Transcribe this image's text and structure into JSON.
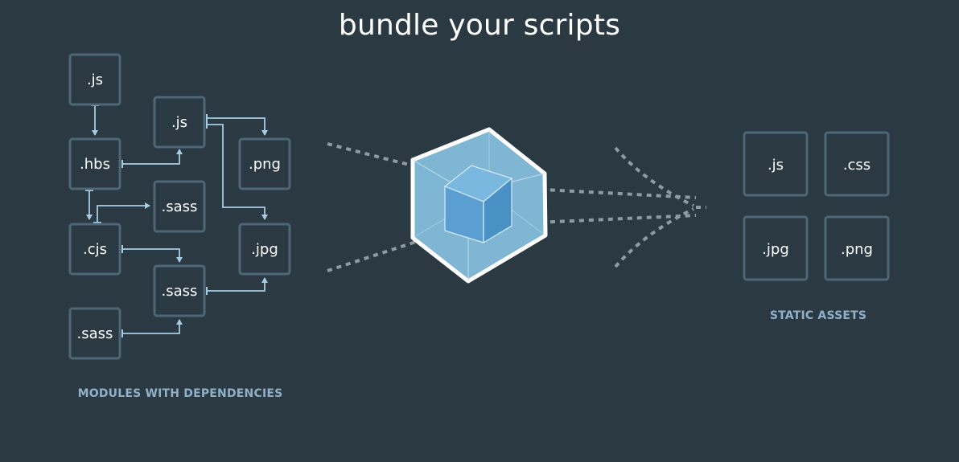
{
  "title": "bundle your scripts",
  "modules": {
    "caption": "MODULES WITH DEPENDENCIES",
    "items": [
      ".js",
      ".js",
      ".hbs",
      ".png",
      ".sass",
      ".cjs",
      ".jpg",
      ".sass",
      ".sass"
    ]
  },
  "assets": {
    "caption": "STATIC ASSETS",
    "items": [
      ".js",
      ".css",
      ".jpg",
      ".png"
    ]
  },
  "colors": {
    "background": "#2b3a42",
    "box_border": "#4e6776",
    "connector": "#a6cde3",
    "caption": "#8fb0c8",
    "cube_outer": "#8ed6fb",
    "cube_inner": "#1c78c0"
  },
  "icons": {
    "bundler": "webpack-cube-icon"
  }
}
